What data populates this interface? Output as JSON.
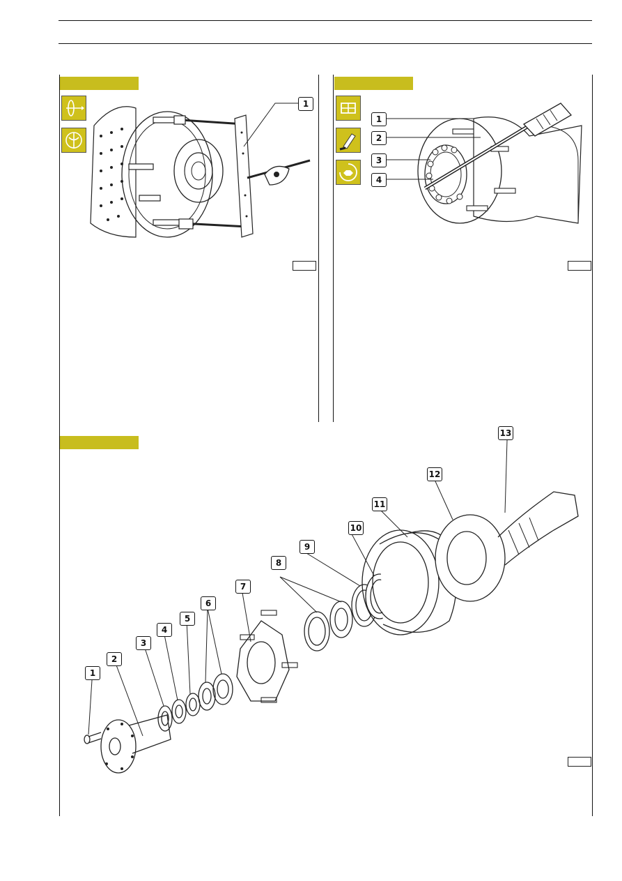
{
  "figure_left": {
    "callouts": [
      "1"
    ],
    "icons": [
      "rotate-arrow-icon",
      "puller-tool-icon"
    ]
  },
  "figure_right": {
    "callouts": [
      "1",
      "2",
      "3",
      "4"
    ],
    "icons": [
      "grid-panel-icon",
      "sealant-tube-icon",
      "hex-nut-icon"
    ]
  },
  "figure_bottom": {
    "callouts": [
      "1",
      "2",
      "3",
      "4",
      "5",
      "6",
      "7",
      "8",
      "9",
      "10",
      "11",
      "12",
      "13"
    ]
  }
}
